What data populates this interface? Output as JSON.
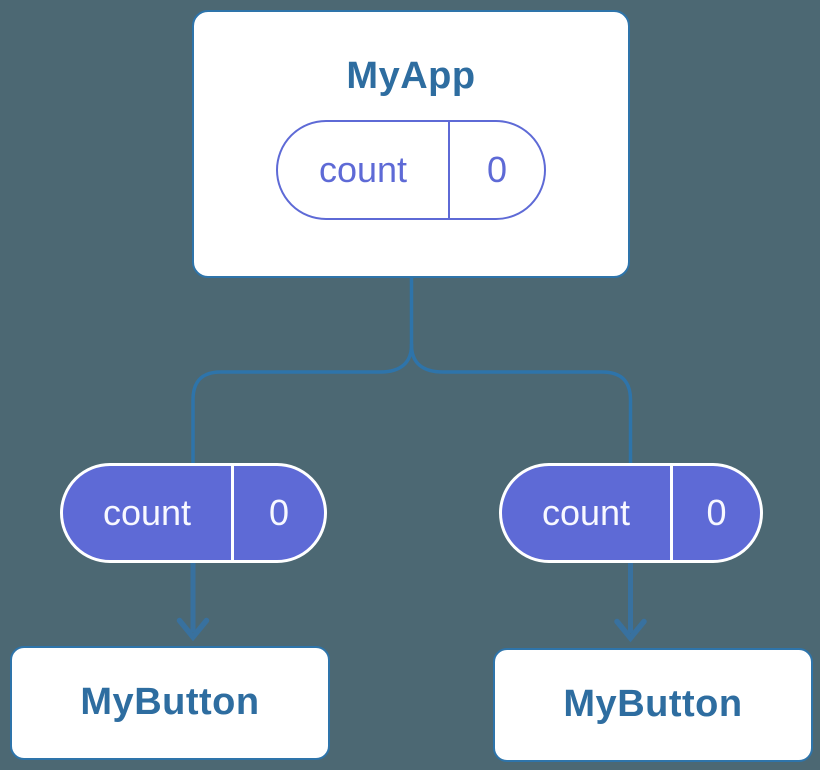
{
  "diagram": {
    "description": "component-state-tree",
    "background_color": "#4c6873",
    "line_color": "#2e74aa",
    "arrow_color": "#38719f",
    "state_color": "#5e6ad6",
    "title_color": "#2e6da0",
    "root": {
      "label": "MyApp",
      "state": {
        "name": "count",
        "value": "0"
      }
    },
    "children": [
      {
        "label": "MyButton",
        "state": {
          "name": "count",
          "value": "0"
        }
      },
      {
        "label": "MyButton",
        "state": {
          "name": "count",
          "value": "0"
        }
      }
    ]
  }
}
